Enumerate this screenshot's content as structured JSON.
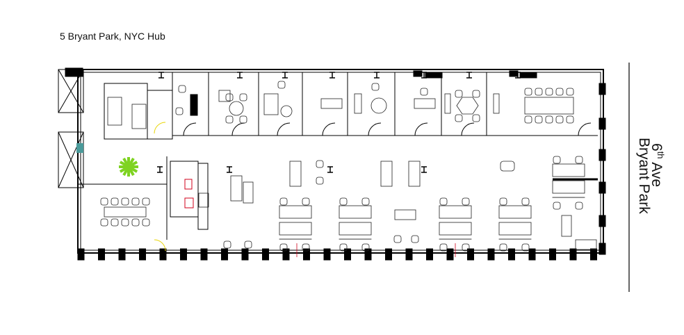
{
  "title": "5 Bryant Park, NYC Hub",
  "street_labels": {
    "avenue_number": "6",
    "avenue_suffix": "th",
    "avenue_word": " Ave",
    "park": "Bryant Park"
  },
  "colors": {
    "wall": "#000000",
    "plant": "#7ed321",
    "restroom_fixture": "#d0021b",
    "elevator_marker": "#4a9a9a"
  }
}
